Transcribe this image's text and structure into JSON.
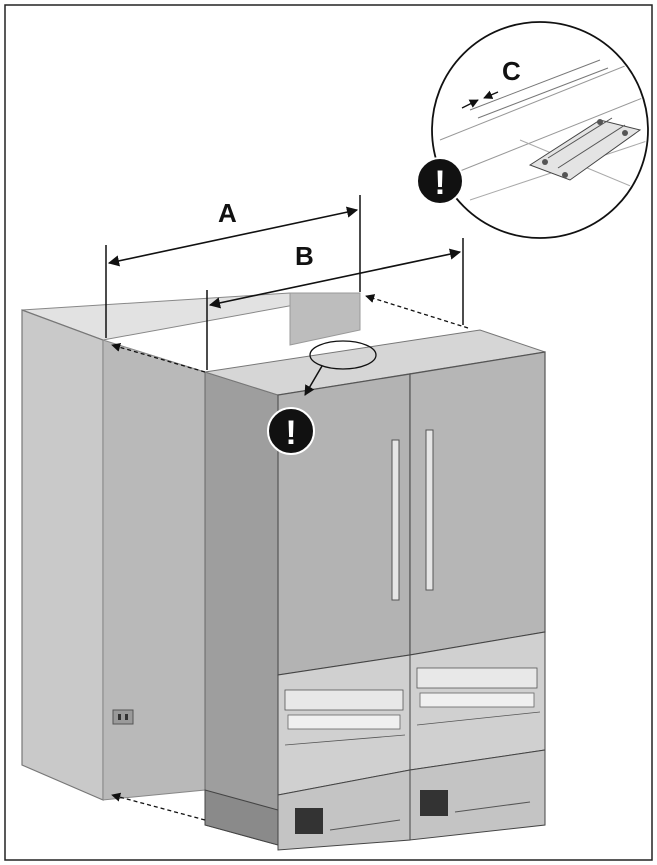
{
  "diagram": {
    "labels": {
      "a": "A",
      "b": "B",
      "c": "C"
    },
    "warning_symbol": "!",
    "colors": {
      "cabinet": "#c9c9c9",
      "cabinet_dark": "#a9a9a9",
      "appliance_body": "#b3b3b3",
      "appliance_side": "#9e9e9e",
      "appliance_top": "#d6d6d6",
      "lines": "#111111",
      "warning_fill": "#111111"
    },
    "icons": [
      "warning-icon",
      "dimension-arrow",
      "magnifier-circle",
      "door-handle"
    ]
  }
}
